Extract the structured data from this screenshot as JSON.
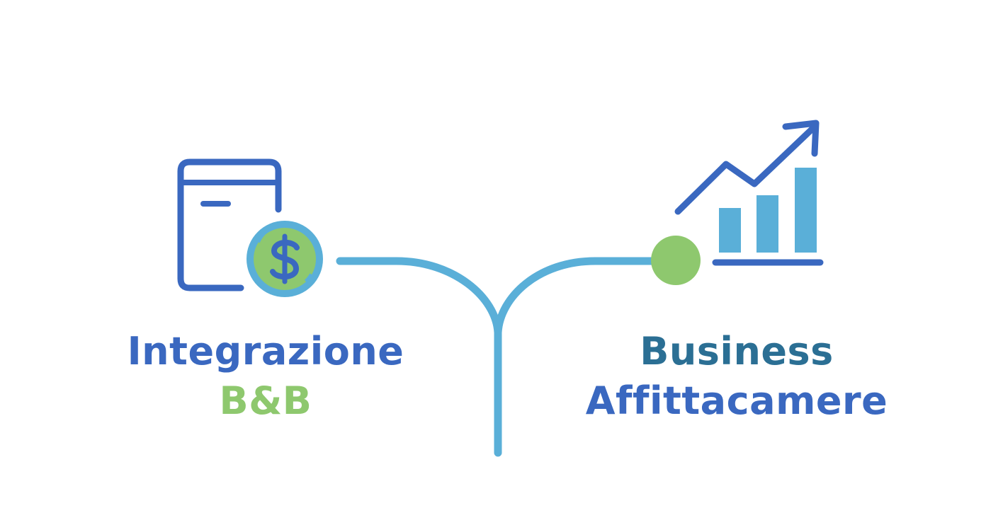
{
  "left": {
    "title_line1": "Integrazione",
    "title_line2": "B&B",
    "icon": "booking-payment-icon",
    "icon_secondary": "dollar-coin-icon"
  },
  "right": {
    "title_line1": "Business",
    "title_line2": "Affittacamere",
    "icon": "growth-chart-icon"
  },
  "connector": {
    "node_icon": "green-node-dot"
  },
  "colors": {
    "dark_blue": "#3a68c0",
    "light_blue": "#5aafd8",
    "green": "#8ec86e",
    "teal_text": "#2b6f94"
  }
}
